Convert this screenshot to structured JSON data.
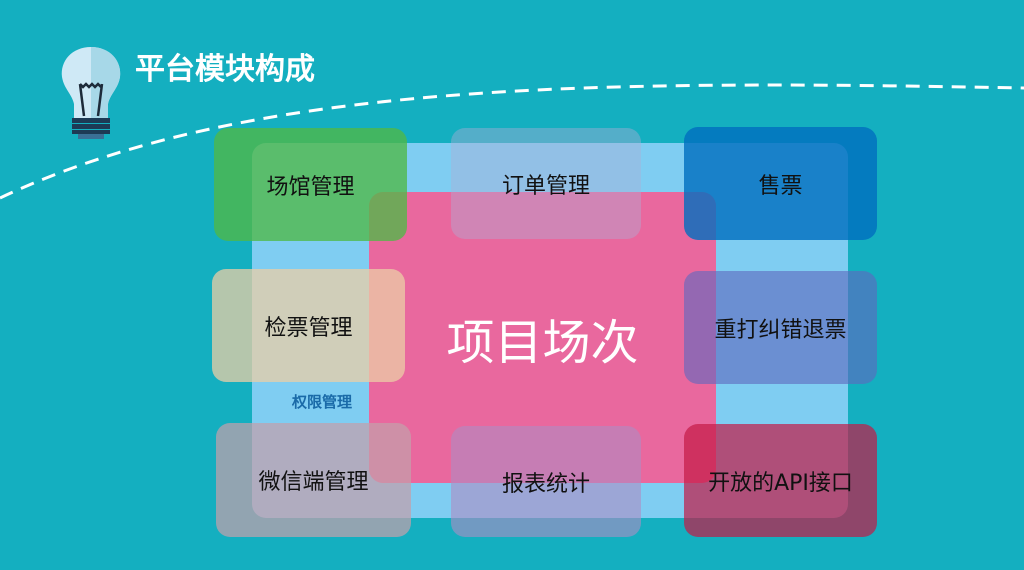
{
  "header": {
    "title": "平台模块构成",
    "icon": "lightbulb-icon"
  },
  "center": {
    "label": "项目场次"
  },
  "permission": {
    "label": "权限管理"
  },
  "modules": [
    {
      "label": "场馆管理",
      "color": "#5cb95f"
    },
    {
      "label": "订单管理",
      "color": "#58b6c9"
    },
    {
      "label": "售票",
      "color": "#0a82bd"
    },
    {
      "label": "检票管理",
      "color": "#c4cab0"
    },
    {
      "label": "重打纠错退票",
      "color": "#3d8ab8"
    },
    {
      "label": "微信端管理",
      "color": "#9aa6a6"
    },
    {
      "label": "报表统计",
      "color": "#6c9ab8"
    },
    {
      "label": "开放的API接口",
      "color": "#913f55"
    }
  ]
}
